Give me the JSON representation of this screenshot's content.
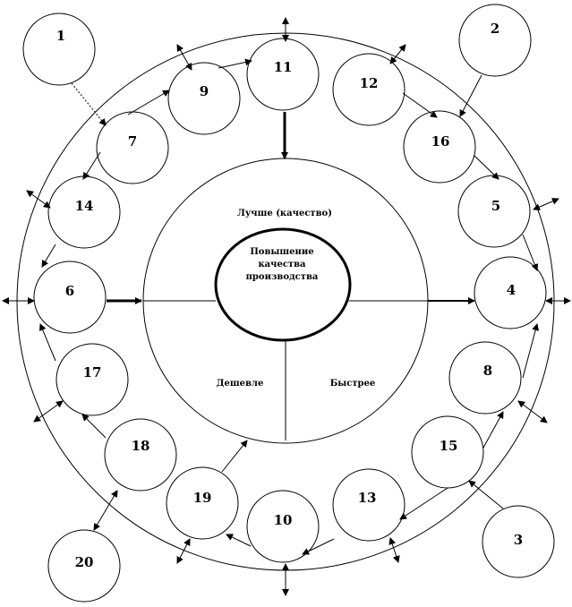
{
  "center": {
    "line1": "Повышение",
    "line2": "качества",
    "line3": "производства"
  },
  "sectors": {
    "top": "Лучше (качество)",
    "left": "Дешевле",
    "right": "Быстрее"
  },
  "nodes": {
    "n1": "1",
    "n2": "2",
    "n3": "3",
    "n4": "4",
    "n5": "5",
    "n6": "6",
    "n7": "7",
    "n8": "8",
    "n9": "9",
    "n10": "10",
    "n11": "11",
    "n12": "12",
    "n13": "13",
    "n14": "14",
    "n15": "15",
    "n16": "16",
    "n17": "17",
    "n18": "18",
    "n19": "19",
    "n20": "20"
  }
}
